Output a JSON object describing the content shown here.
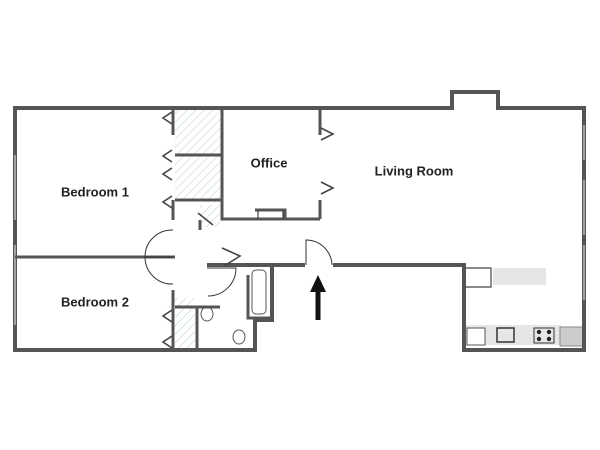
{
  "floorplan": {
    "rooms": [
      {
        "id": "bedroom-1",
        "label": "Bedroom 1"
      },
      {
        "id": "office",
        "label": "Office"
      },
      {
        "id": "living-room",
        "label": "Living Room"
      },
      {
        "id": "bedroom-2",
        "label": "Bedroom 2"
      }
    ],
    "entrance_icon": "arrow-up-icon",
    "colors": {
      "wall": "#555555",
      "hatch": "#9c9",
      "counter": "#e6e6e6"
    }
  }
}
